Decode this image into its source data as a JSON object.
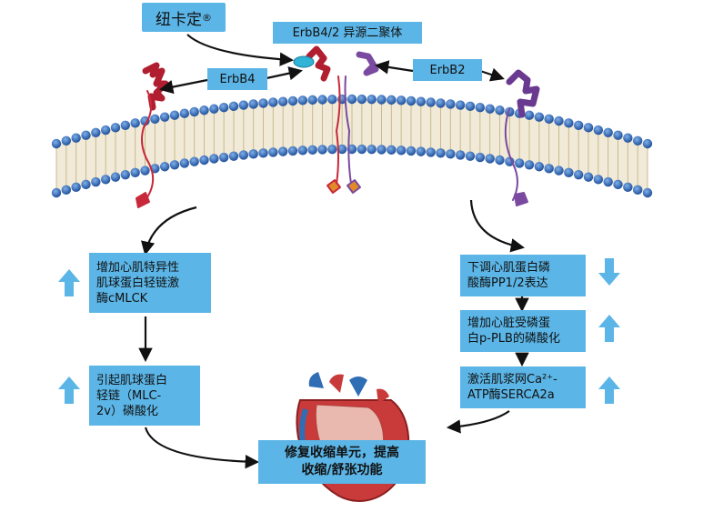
{
  "labels": {
    "drug": "纽卡定",
    "drug_mark": "®",
    "dimer": "ErbB4/2 异源二聚体",
    "erbb4": "ErbB4",
    "erbb2": "ErbB2"
  },
  "left_boxes": [
    {
      "lines": [
        "增加心肌特异性",
        "肌球蛋白轻链激",
        "酶cMLCK"
      ],
      "direction": "up"
    },
    {
      "lines": [
        "引起肌球蛋白",
        "轻链（MLC-",
        "2v）磷酸化"
      ],
      "direction": "up"
    }
  ],
  "right_boxes": [
    {
      "lines": [
        "下调心肌蛋白磷",
        "酸酶PP1/2表达"
      ],
      "direction": "down"
    },
    {
      "lines": [
        "增加心脏受磷蛋",
        "白p-PLB的磷酸化"
      ],
      "direction": "up"
    },
    {
      "lines": [
        "激活肌浆网Ca²⁺-",
        "ATP酶SERCA2a"
      ],
      "direction": "up"
    }
  ],
  "result": {
    "lines": [
      "修复收缩单元，提高",
      "收缩/舒张功能"
    ]
  },
  "colors": {
    "box": "#5bb5e6",
    "membrane_head": "#2f6db5",
    "receptor_erbb4": "#c8283a",
    "receptor_erbb2": "#7a4aa0",
    "ligand": "#2fb3d6"
  }
}
